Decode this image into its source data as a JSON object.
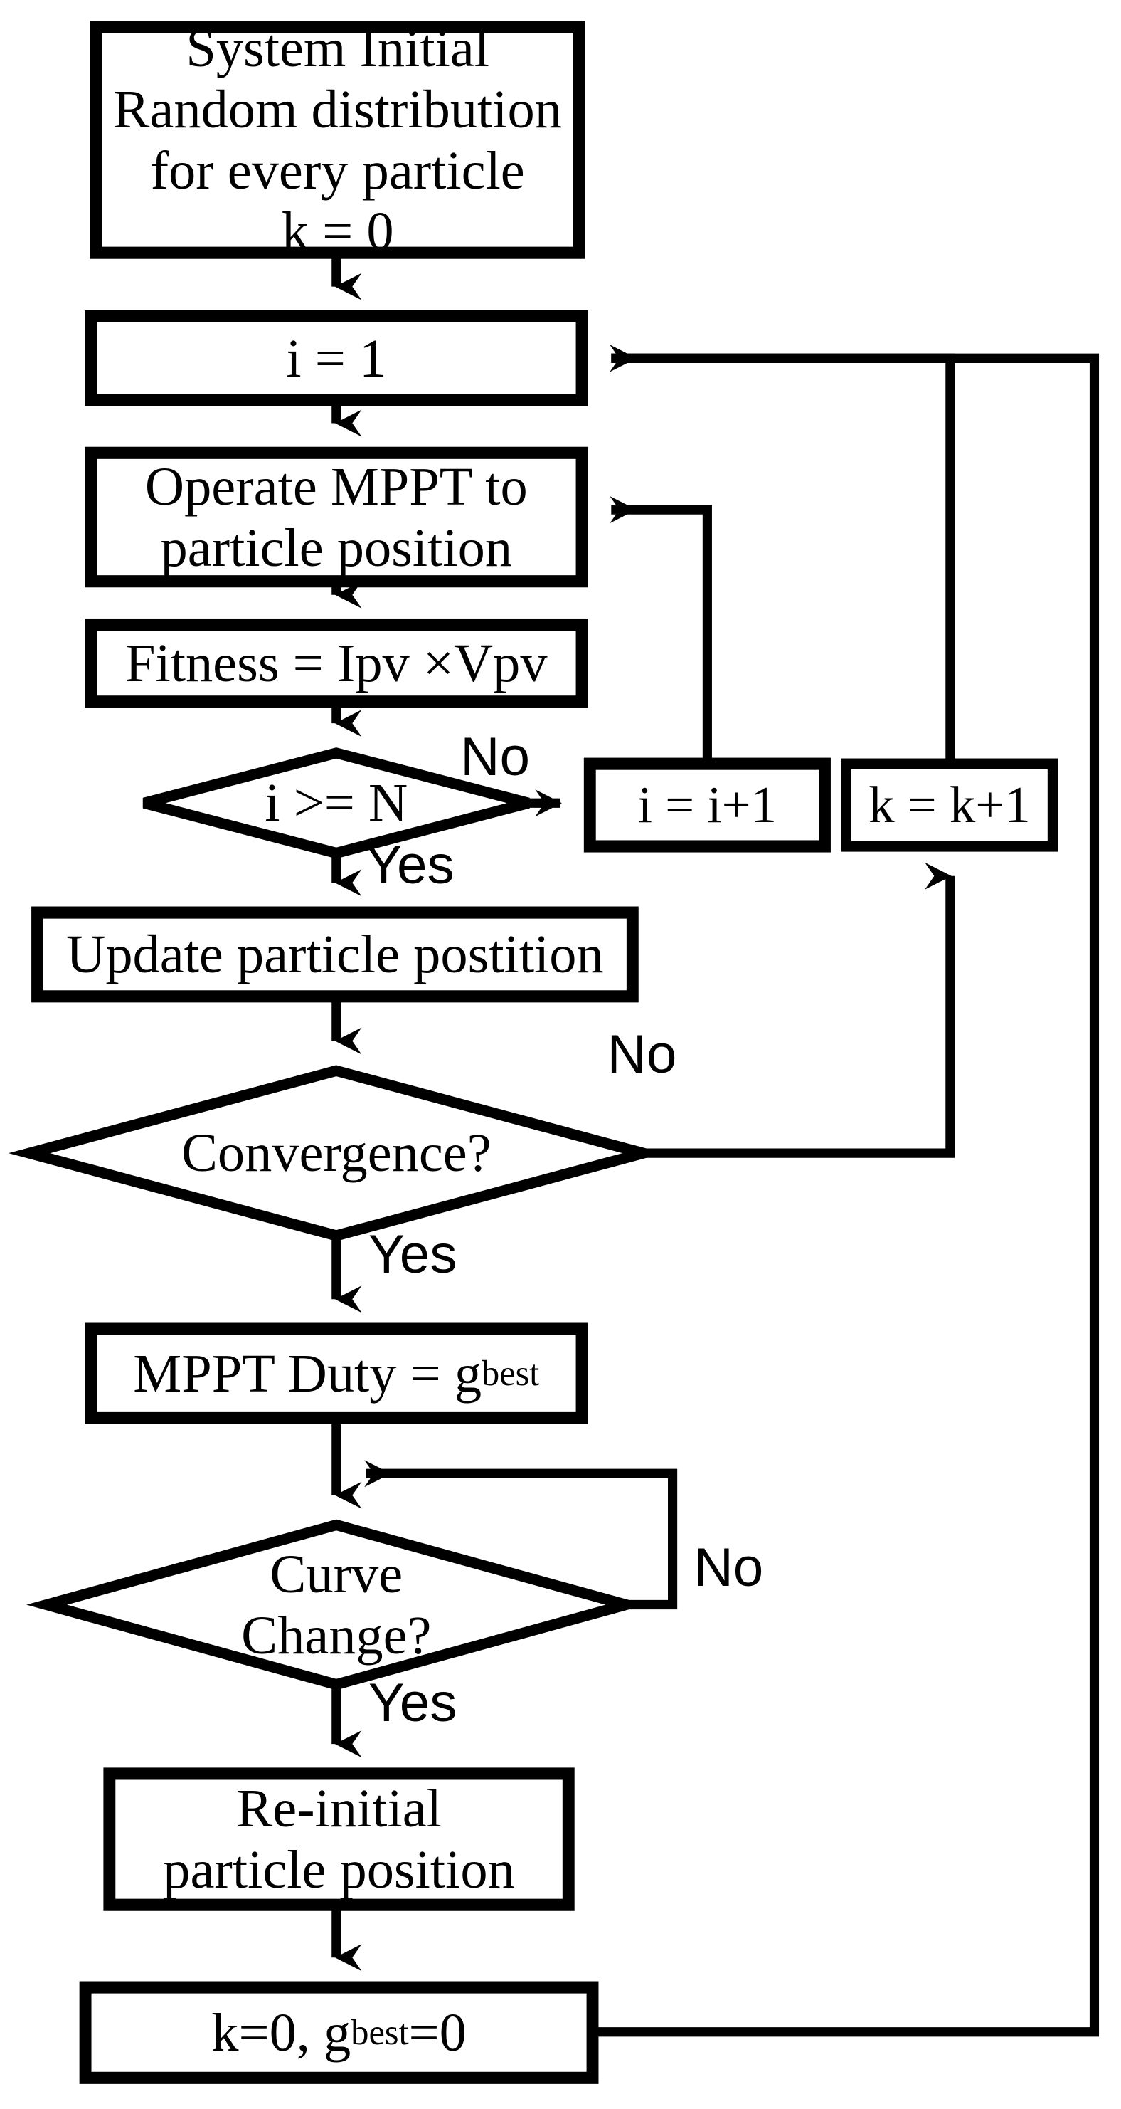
{
  "diagram": {
    "title": "PSO-based MPPT control flowchart",
    "type": "flowchart",
    "stroke_color": "#000000",
    "fill_color": "#ffffff",
    "background": "#ffffff"
  },
  "nodes": {
    "system_initial": {
      "shape": "process",
      "label": "System Initial\nRandom distribution\nfor every particle\nk = 0"
    },
    "i_equals_1": {
      "shape": "process",
      "label": "i = 1"
    },
    "operate_mppt": {
      "shape": "process",
      "label": "Operate MPPT to\nparticle position"
    },
    "fitness": {
      "shape": "process",
      "label": "Fitness = Ipv ×Vpv"
    },
    "i_ge_n": {
      "shape": "decision",
      "label": "i >= N"
    },
    "i_increment": {
      "shape": "process",
      "label": "i = i+1"
    },
    "k_increment": {
      "shape": "process",
      "label": "k = k+1"
    },
    "update_particle": {
      "shape": "process",
      "label": "Update particle postition"
    },
    "convergence": {
      "shape": "decision",
      "label": "Convergence?"
    },
    "mppt_duty": {
      "shape": "process",
      "label_prefix": "MPPT Duty = g",
      "label_subscript": "best"
    },
    "curve_change": {
      "shape": "decision",
      "label": "Curve\nChange?"
    },
    "re_initial": {
      "shape": "process",
      "label": "Re-initial\nparticle position"
    },
    "reset": {
      "shape": "process",
      "label_prefix": "k=0, g",
      "label_subscript": "best",
      "label_suffix": "=0"
    }
  },
  "edge_labels": {
    "i_ge_n_no": "No",
    "i_ge_n_yes": "Yes",
    "convergence_no": "No",
    "convergence_yes": "Yes",
    "curve_change_no": "No",
    "curve_change_yes": "Yes"
  }
}
